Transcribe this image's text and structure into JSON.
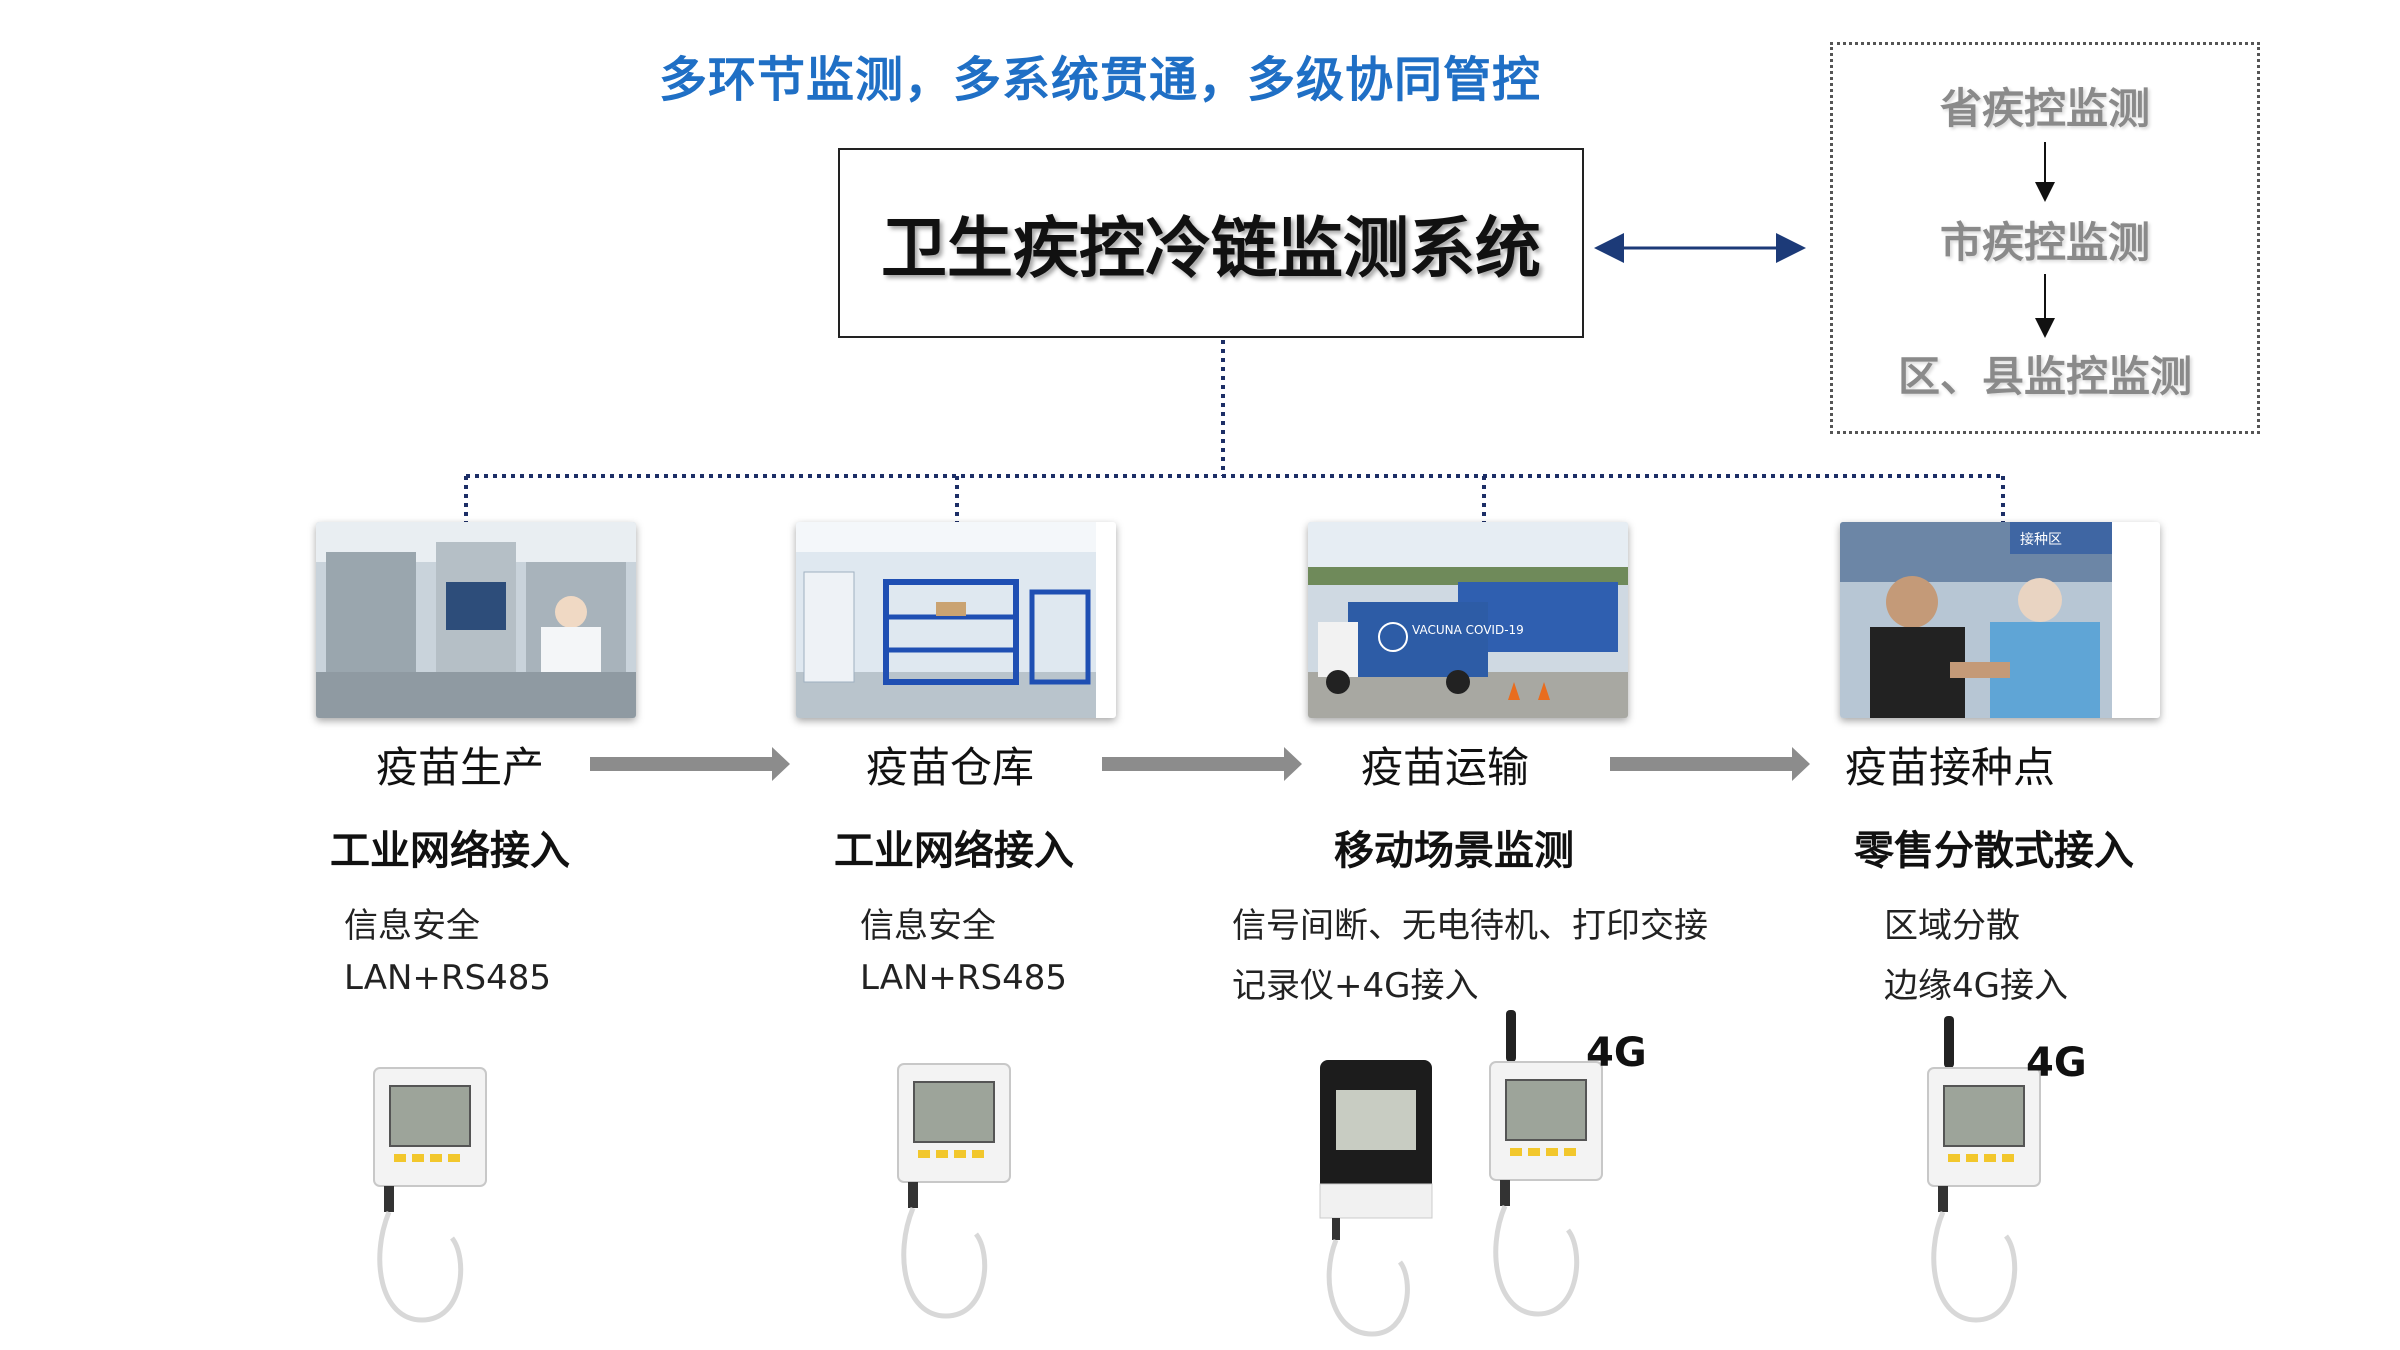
{
  "headline": "多环节监测，多系统贯通，多级协同管控",
  "main_system": "卫生疾控冷链监测系统",
  "hierarchy": [
    "省疾控监测",
    "市疾控监测",
    "区、县监控监测"
  ],
  "photo_text": {
    "truck_logo": "VACUNA COVID-19",
    "vaccination_sign": "接种区"
  },
  "stages": [
    {
      "name": "疫苗生产",
      "method": "工业网络接入",
      "features": [
        "信息安全",
        "LAN+RS485"
      ]
    },
    {
      "name": "疫苗仓库",
      "method": "工业网络接入",
      "features": [
        "信息安全",
        "LAN+RS485"
      ]
    },
    {
      "name": "疫苗运输",
      "method": "移动场景监测",
      "features": [
        "信号间断、无电待机、打印交接",
        "记录仪+4G接入"
      ]
    },
    {
      "name": "疫苗接种点",
      "method": "零售分散式接入",
      "features": [
        "区域分散",
        "边缘4G接入"
      ]
    }
  ],
  "device_badge": "4G",
  "colors": {
    "headline": "#1f6fc5",
    "connector_dots": "#1c2e66",
    "flow_arrow": "#8c8c8c",
    "bidirectional_arrow": "#1c3a78",
    "hierarchy_text": "#8a8a8a"
  }
}
